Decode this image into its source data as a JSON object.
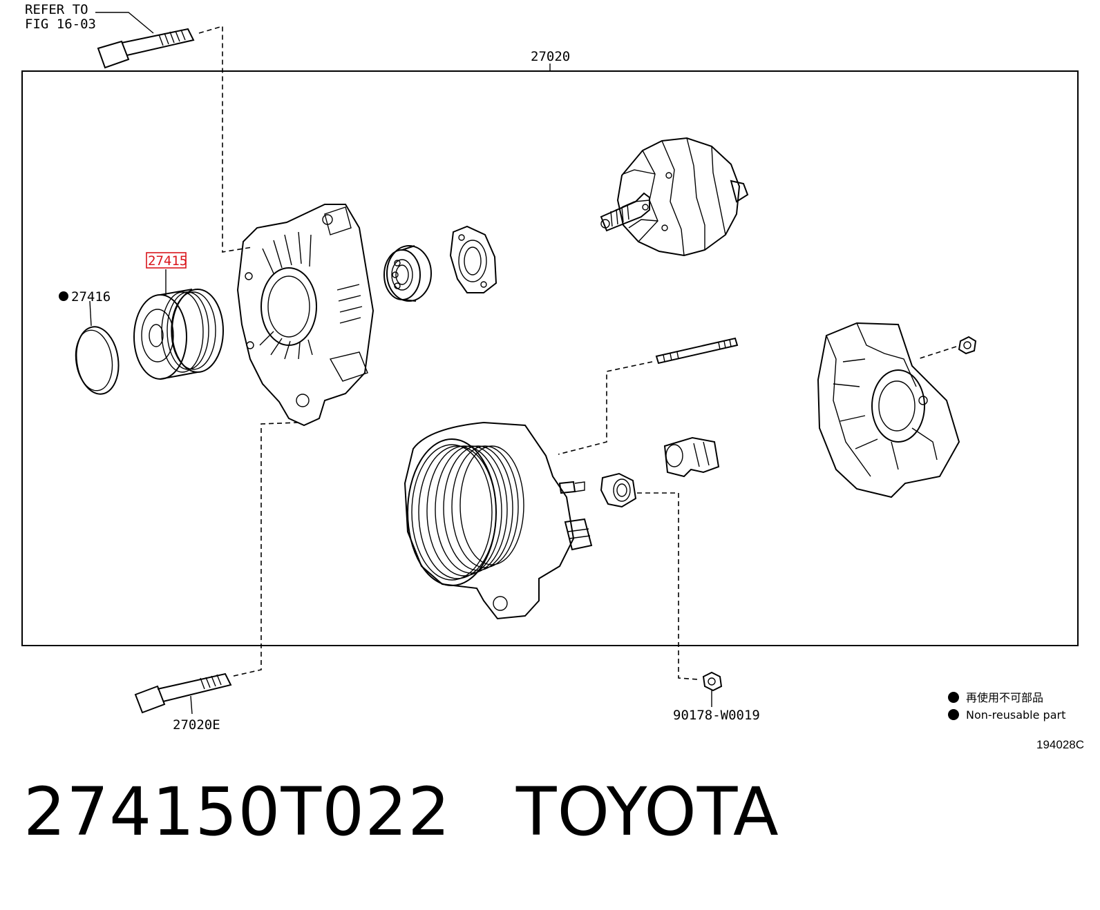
{
  "labels": {
    "refer_line1": "REFER TO",
    "refer_line2": "FIG 16-03",
    "assembly": "27020",
    "pulley": "27415",
    "cap": "27416",
    "bolt": "27020E",
    "nut": "90178-W0019"
  },
  "legend": {
    "japanese": "再使用不可部品",
    "english": "Non-reusable part"
  },
  "figure_code": "194028C",
  "caption": {
    "part_number": "274150T022",
    "brand": "TOYOTA"
  },
  "colors": {
    "highlight": "#d9151b",
    "ink": "#000000"
  }
}
